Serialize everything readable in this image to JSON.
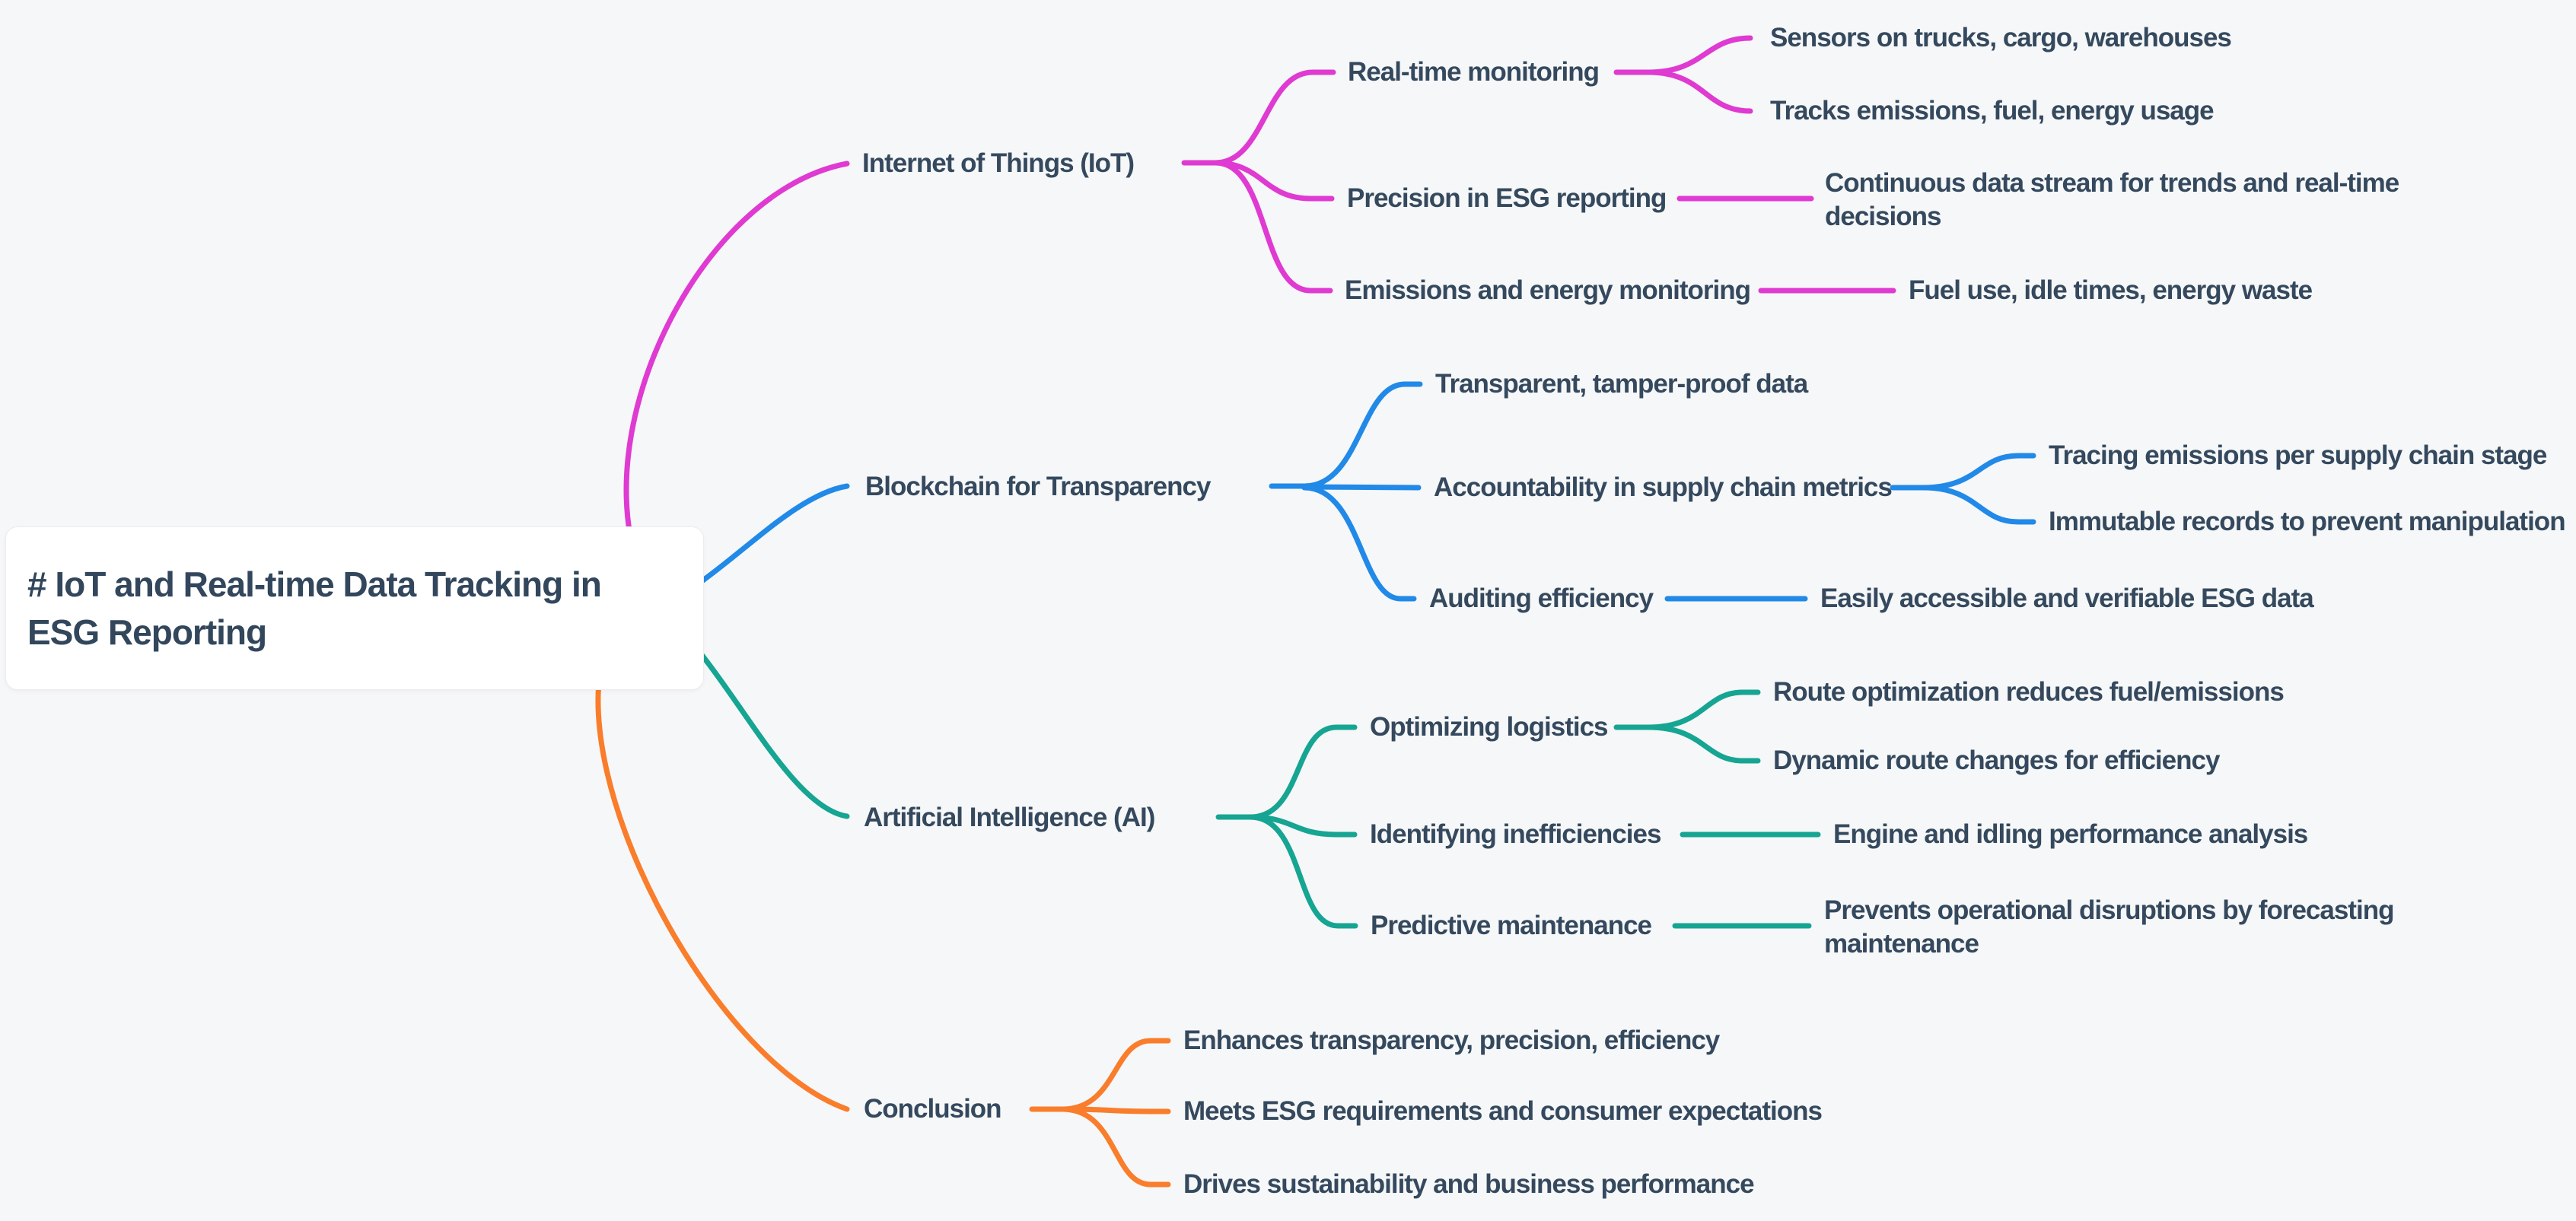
{
  "colors": {
    "iot": "#df3ad2",
    "blockchain": "#2189e8",
    "ai": "#16a592",
    "conclusion": "#f97d2b",
    "text": "#35495e",
    "background": "#f6f7f8",
    "root_card": "#ffffff"
  },
  "root": {
    "lines": [
      "# IoT and Real-time Data Tracking in",
      "ESG Reporting"
    ]
  },
  "branches": [
    {
      "label": "Internet of Things (IoT)",
      "color": "#df3ad2",
      "children": [
        {
          "label": "Real-time monitoring",
          "children": [
            {
              "label": "Sensors on trucks, cargo, warehouses"
            },
            {
              "label": "Tracks emissions, fuel, energy usage"
            }
          ]
        },
        {
          "label": "Precision in ESG reporting",
          "children": [
            {
              "lines": [
                "Continuous data stream for trends and real-time",
                "decisions"
              ]
            }
          ]
        },
        {
          "label": "Emissions and energy monitoring",
          "children": [
            {
              "label": "Fuel use, idle times, energy waste"
            }
          ]
        }
      ]
    },
    {
      "label": "Blockchain for Transparency",
      "color": "#2189e8",
      "children": [
        {
          "label": "Transparent, tamper-proof data"
        },
        {
          "label": "Accountability in supply chain metrics",
          "children": [
            {
              "label": "Tracing emissions per supply chain stage"
            },
            {
              "label": "Immutable records to prevent manipulation"
            }
          ]
        },
        {
          "label": "Auditing efficiency",
          "children": [
            {
              "label": "Easily accessible and verifiable ESG data"
            }
          ]
        }
      ]
    },
    {
      "label": "Artificial Intelligence (AI)",
      "color": "#16a592",
      "children": [
        {
          "label": "Optimizing logistics",
          "children": [
            {
              "label": "Route optimization reduces fuel/emissions"
            },
            {
              "label": "Dynamic route changes for efficiency"
            }
          ]
        },
        {
          "label": "Identifying inefficiencies",
          "children": [
            {
              "label": "Engine and idling performance analysis"
            }
          ]
        },
        {
          "label": "Predictive maintenance",
          "children": [
            {
              "lines": [
                "Prevents operational disruptions by forecasting",
                "maintenance"
              ]
            }
          ]
        }
      ]
    },
    {
      "label": "Conclusion",
      "color": "#f97d2b",
      "children": [
        {
          "label": "Enhances transparency, precision, efficiency"
        },
        {
          "label": "Meets ESG requirements and consumer expectations"
        },
        {
          "label": "Drives sustainability and business performance"
        }
      ]
    }
  ]
}
